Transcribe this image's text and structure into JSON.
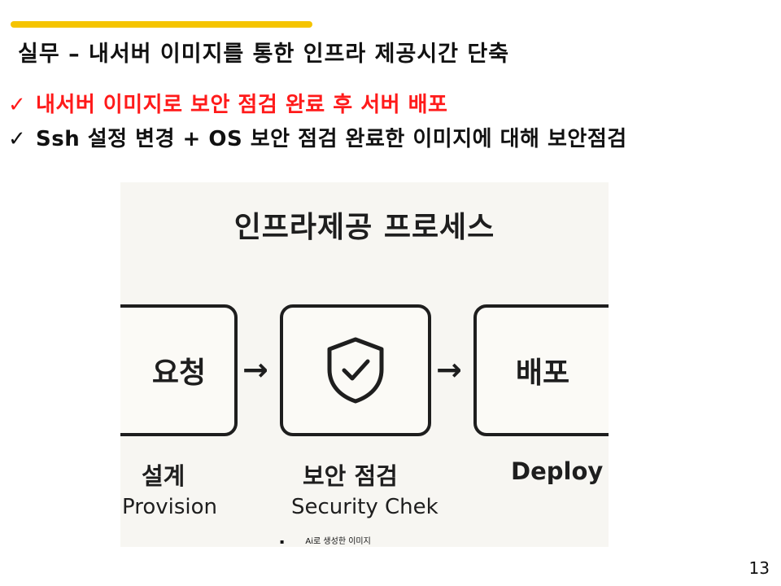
{
  "slide": {
    "title": "실무 – 내서버 이미지를 통한 인프라 제공시간 단축",
    "accent_color": "#f5c400",
    "page_number": "13"
  },
  "checklist": [
    {
      "mark": "✓",
      "text": "내서버 이미지로 보안 점검 완료 후 서버 배포",
      "color": "#ff1a1a"
    },
    {
      "mark": "✓",
      "text": "Ssh 설정 변경 + OS 보안 점검 완료한 이미지에 대해 보안점검",
      "color": "#111111"
    }
  ],
  "figure": {
    "title": "인프라제공 프로세스",
    "boxes": [
      {
        "text": "요청"
      },
      {
        "icon": "shield-check-icon"
      },
      {
        "text": "배포"
      }
    ],
    "arrow": "→",
    "stages": [
      {
        "label": "설계",
        "sub": "Provision"
      },
      {
        "label": "보안 점검",
        "sub": "Security Chek"
      },
      {
        "label": "Deploy"
      }
    ]
  },
  "caption": {
    "bullet": "▪",
    "text": "Ai로 생성한 이미지"
  }
}
